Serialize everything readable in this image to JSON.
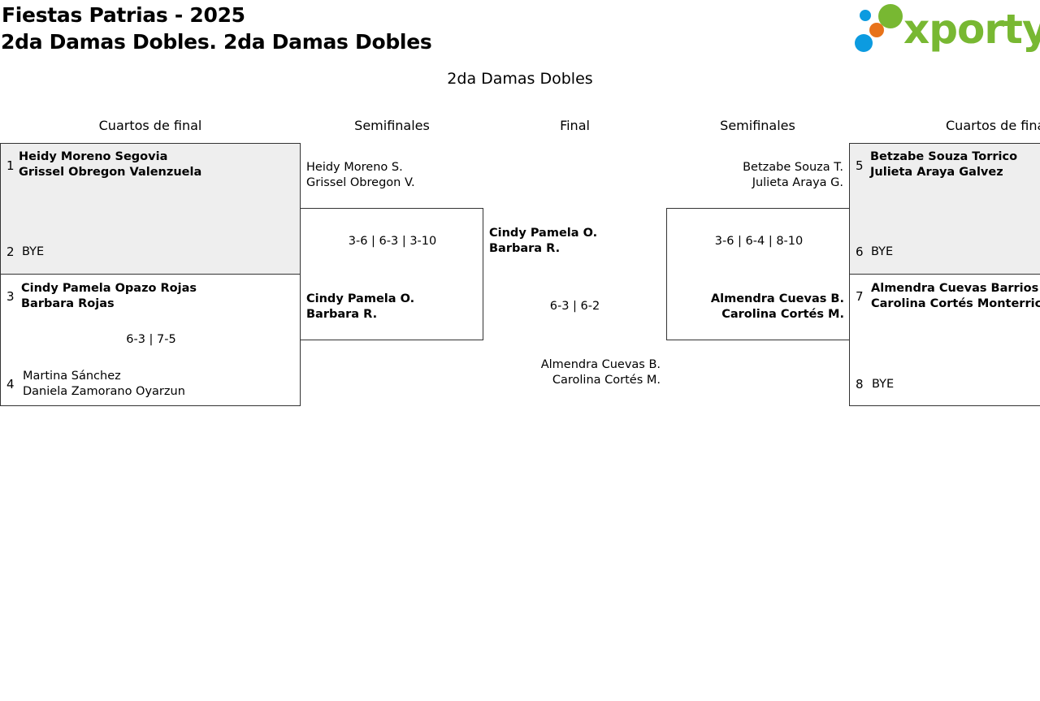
{
  "header": {
    "title_line1": "Fiestas Patrias - 2025",
    "title_line2": "2da Damas Dobles. 2da Damas Dobles",
    "logo_text": "xporty",
    "logo_colors": [
      "#0c9be0",
      "#e8731a",
      "#78b832"
    ]
  },
  "bracket_title": "2da Damas Dobles",
  "rounds": {
    "left_qf": "Cuartos de final",
    "left_sf": "Semifinales",
    "final": "Final",
    "right_sf": "Semifinales",
    "right_qf": "Cuartos de final"
  },
  "quarterfinals_left": [
    {
      "top": {
        "seed": "1",
        "p1": "Heidy Moreno Segovia",
        "p2": "Grissel Obregon Valenzuela"
      },
      "bottom": {
        "seed": "2",
        "p1": "BYE"
      },
      "score": ""
    },
    {
      "top": {
        "seed": "3",
        "p1": "Cindy Pamela Opazo Rojas",
        "p2": "Barbara Rojas"
      },
      "bottom": {
        "seed": "4",
        "p1": "Martina Sánchez",
        "p2": "Daniela Zamorano Oyarzun"
      },
      "score": "6-3 | 7-5"
    }
  ],
  "semifinal_left": {
    "top": {
      "p1": "Heidy Moreno S.",
      "p2": "Grissel Obregon V."
    },
    "bottom": {
      "p1": "Cindy Pamela O.",
      "p2": "Barbara R."
    },
    "score": "3-6 | 6-3 | 3-10"
  },
  "final": {
    "top": {
      "p1": "Cindy Pamela O.",
      "p2": "Barbara R."
    },
    "bottom": {
      "p1": "Almendra Cuevas B.",
      "p2": "Carolina Cortés M."
    },
    "score": "6-3 | 6-2"
  },
  "semifinal_right": {
    "top": {
      "p1": "Betzabe Souza T.",
      "p2": "Julieta Araya G."
    },
    "bottom": {
      "p1": "Almendra Cuevas B.",
      "p2": "Carolina Cortés M."
    },
    "score": "3-6 | 6-4 | 8-10"
  },
  "quarterfinals_right": [
    {
      "top": {
        "seed": "5",
        "p1": "Betzabe Souza Torrico",
        "p2": "Julieta Araya Galvez"
      },
      "bottom": {
        "seed": "6",
        "p1": "BYE"
      },
      "score": ""
    },
    {
      "top": {
        "seed": "7",
        "p1": "Almendra Cuevas Barrios",
        "p2": "Carolina Cortés Monterrichard"
      },
      "bottom": {
        "seed": "8",
        "p1": "BYE"
      },
      "score": ""
    }
  ]
}
